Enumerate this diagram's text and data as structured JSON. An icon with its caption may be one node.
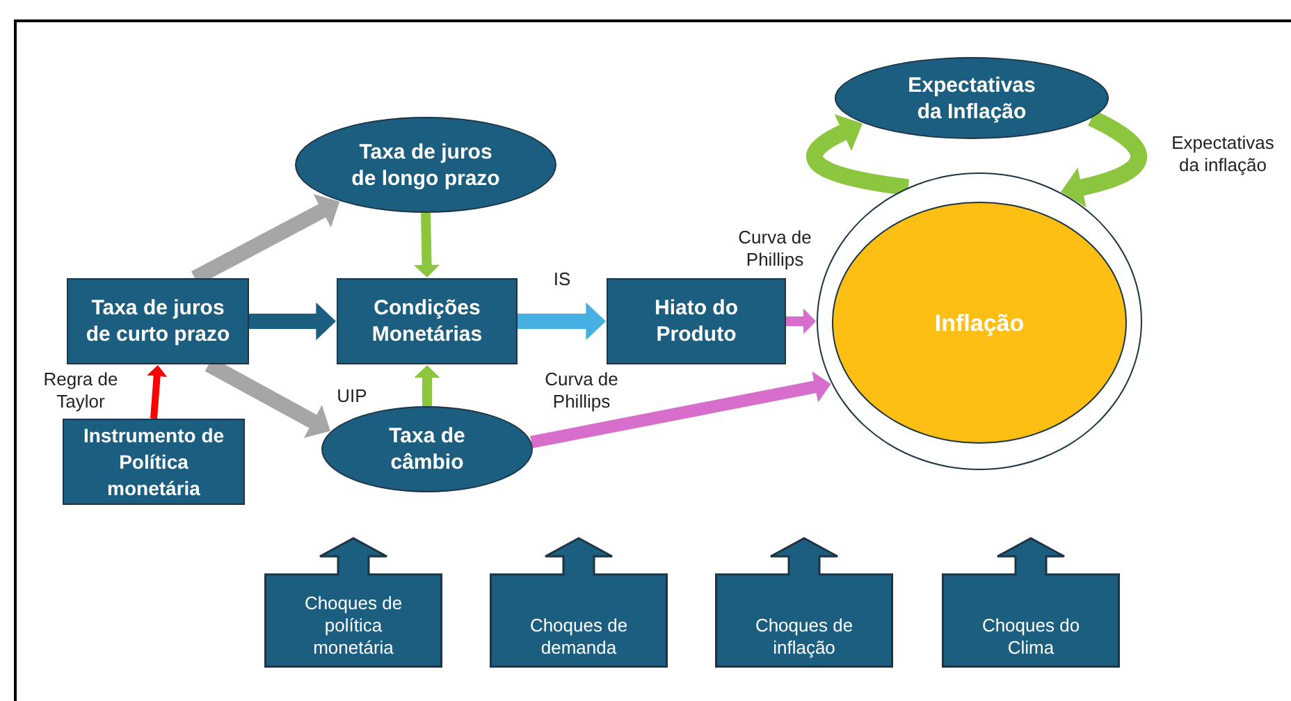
{
  "diagram": {
    "nodes": [
      {
        "text": [
          "Taxa de juros de curto prazo"
        ]
      },
      {
        "text": [
          "Taxa de juros de longo prazo"
        ]
      },
      {
        "text": [
          "Condições Monetárias"
        ]
      },
      {
        "text": [
          "Hiato do Produto"
        ]
      },
      {
        "text": [
          "Instrumento de Política monetária"
        ]
      },
      {
        "text": [
          "Taxa de câmbio"
        ]
      },
      {
        "text": [
          "Expectativas da Inflação"
        ]
      },
      {
        "text": [],
        "shape": "circle"
      },
      {
        "text": [
          "Inflação"
        ],
        "in": 7
      },
      {
        "text": [
          "Choques de política monetária"
        ]
      },
      {
        "text": [
          "Choques de demanda"
        ]
      },
      {
        "text": [
          "Choques de inflação"
        ]
      },
      {
        "text": [
          "Choques do Clima"
        ]
      }
    ],
    "edges": [
      {
        "from": 0,
        "to": 1,
        "arrow": "to",
        "color": "#a6a6a6"
      },
      {
        "from": 0,
        "to": 2,
        "arrow": "to",
        "color": "#1b5e80"
      },
      {
        "from": 0,
        "to": 5,
        "arrow": "to",
        "label": "UIP",
        "color": "#a6a6a6"
      },
      {
        "from": 1,
        "to": 2,
        "arrow": "to",
        "color": "#8cc63f"
      },
      {
        "from": 5,
        "to": 2,
        "arrow": "to",
        "color": "#8cc63f"
      },
      {
        "from": 2,
        "to": 3,
        "arrow": "to",
        "label": "IS",
        "color": "#45b0e1"
      },
      {
        "from": 3,
        "to": 7,
        "arrow": "to",
        "label": "Curva de Phillips",
        "color": "#d86ecc"
      },
      {
        "from": 5,
        "to": 7,
        "arrow": "to",
        "label": "Curva de Phillips",
        "color": "#d86ecc"
      },
      {
        "from": 4,
        "to": 0,
        "arrow": "to",
        "label": "Regra de Taylor",
        "color": "#ff0000"
      },
      {
        "from": 7,
        "to": 6,
        "arrow": "to",
        "color": "#8cc63f"
      },
      {
        "from": 6,
        "to": 7,
        "arrow": "to",
        "label": "Expectativas da inflação",
        "color": "#8cc63f"
      }
    ]
  }
}
